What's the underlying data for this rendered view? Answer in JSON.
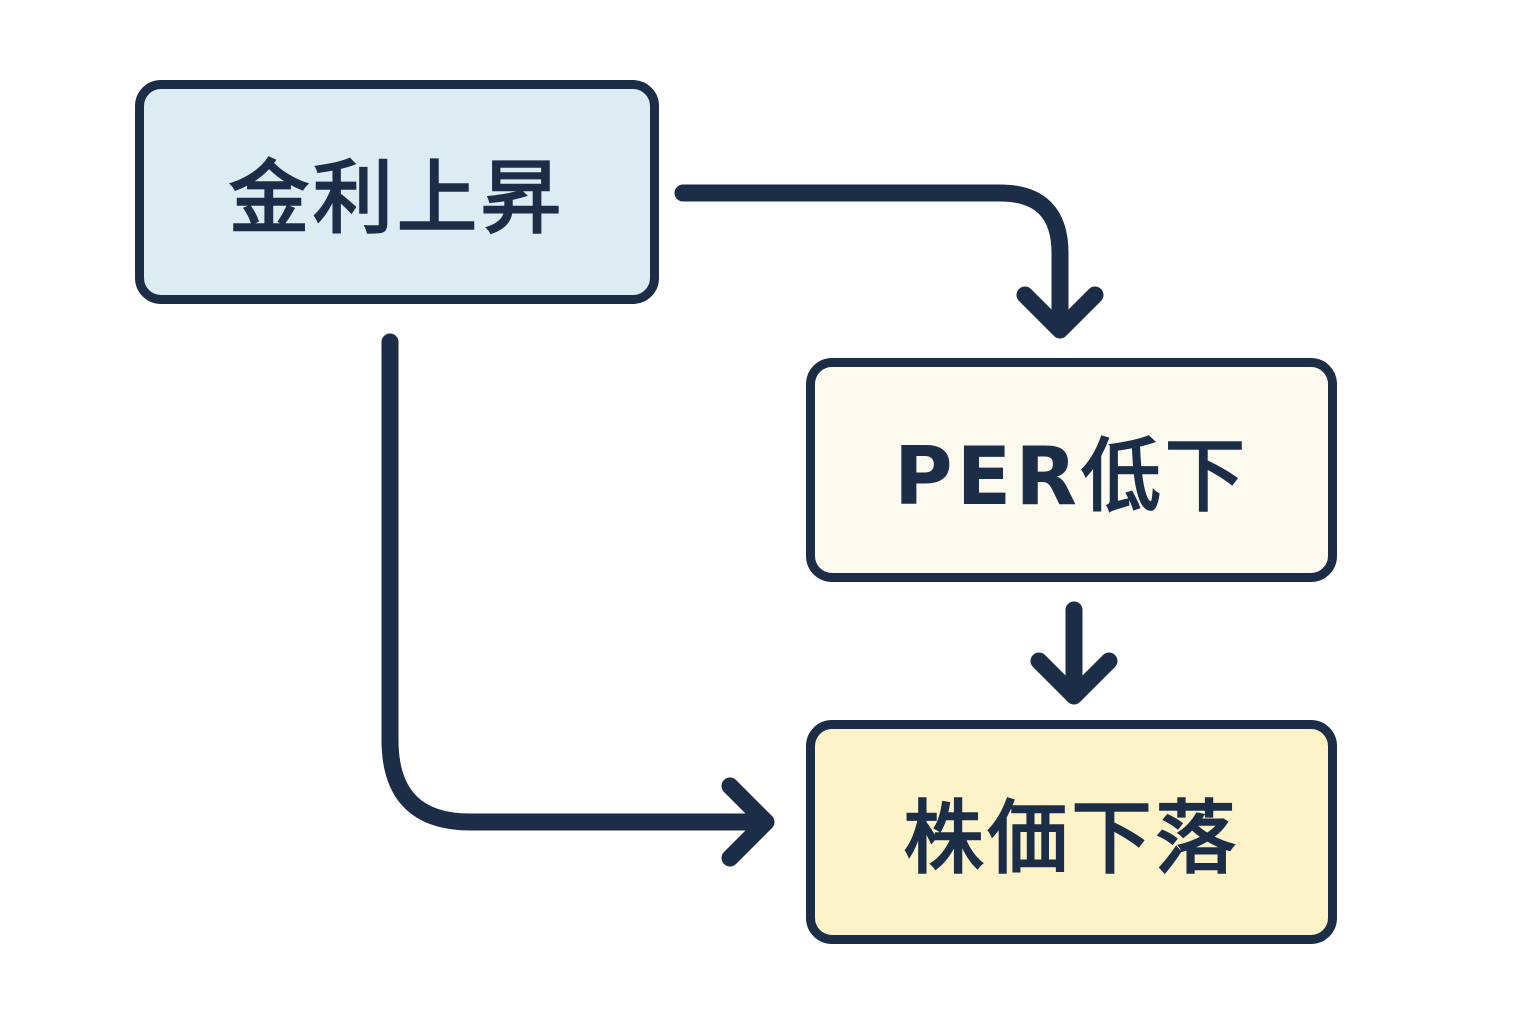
{
  "nodes": {
    "rate_rise": "金利上昇",
    "per_decline": "PER低下",
    "stock_decline": "株価下落"
  },
  "edges": [
    {
      "from": "rate_rise",
      "to": "per_decline"
    },
    {
      "from": "per_decline",
      "to": "stock_decline"
    },
    {
      "from": "rate_rise",
      "to": "stock_decline"
    }
  ],
  "colors": {
    "stroke": "#1b2d47",
    "rate_rise_fill": "#ddebf3",
    "per_decline_fill": "#fcfaee",
    "stock_decline_fill": "#fdf3c9"
  }
}
